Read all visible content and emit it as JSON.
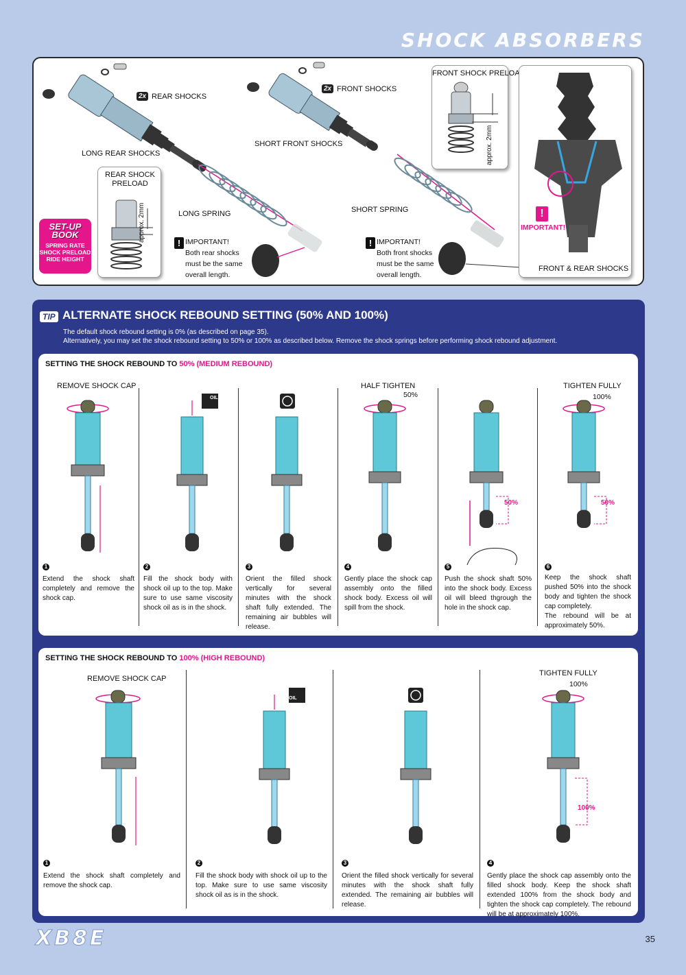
{
  "page": {
    "title": "SHOCK ABSORBERS",
    "logo": "XB8E",
    "number": "35"
  },
  "top": {
    "rear_count": "2x",
    "rear_label": "REAR SHOCKS",
    "front_count": "2x",
    "front_label": "FRONT SHOCKS",
    "long_rear": "LONG REAR SHOCKS",
    "short_front": "SHORT FRONT SHOCKS",
    "long_spring": "LONG SPRING",
    "short_spring": "SHORT SPRING",
    "rear_preload": "REAR SHOCK PRELOAD",
    "front_preload": "FRONT SHOCK PRELOAD",
    "approx": "approx. 2mm",
    "important_rear": "IMPORTANT!\nBoth rear shocks\nmust be the same\noverall length.",
    "important_front": "IMPORTANT!\nBoth front shocks\nmust be the same\noverall length.",
    "important_label": "IMPORTANT!",
    "front_rear_shocks": "FRONT & REAR SHOCKS",
    "setup_book": {
      "title": "SET-UP BOOK",
      "items": "SPRING RATE\nSHOCK PRELOAD\nRIDE HEIGHT"
    }
  },
  "tip": {
    "badge": "TIP",
    "title": "ALTERNATE SHOCK REBOUND SETTING (50% AND 100%)",
    "line1": "The default shock rebound setting is 0% (as described on page 35).",
    "line2": "Alternatively, you may set the shock rebound setting to 50% or 100% as described below. Remove the shock springs before performing shock rebound adjustment."
  },
  "section50": {
    "title_prefix": "SETTING THE SHOCK REBOUND TO ",
    "title_highlight": "50% (MEDIUM REBOUND)",
    "labels": {
      "remove_cap": "REMOVE SHOCK CAP",
      "half_tighten": "HALF TIGHTEN",
      "half_pct": "50%",
      "tighten_fully": "TIGHTEN FULLY",
      "full_pct": "100%",
      "marker": "50%",
      "oil": "OIL"
    },
    "steps": [
      {
        "num": "1",
        "text": "Extend the shock shaft completely and remove the shock cap."
      },
      {
        "num": "2",
        "text": "Fill the shock body with shock oil up to the top. Make sure to use same viscosity shock oil as is in the shock."
      },
      {
        "num": "3",
        "text": "Orient the filled shock vertically for several minutes with the shock shaft fully extended. The remaining air bubbles will release."
      },
      {
        "num": "4",
        "text": "Gently place the shock cap assembly onto the filled shock body. Excess oil will spill from the shock."
      },
      {
        "num": "5",
        "text": "Push the shock shaft 50% into the shock body. Excess oil will bleed thgrough the hole in the shock cap."
      },
      {
        "num": "6",
        "text": "Keep the shock shaft pushed 50% into the shock body and tighten the shock cap completely.\nThe rebound will be at approximately 50%."
      }
    ]
  },
  "section100": {
    "title_prefix": "SETTING THE SHOCK REBOUND TO ",
    "title_highlight": "100% (HIGH REBOUND)",
    "labels": {
      "remove_cap": "REMOVE SHOCK CAP",
      "tighten_fully": "TIGHTEN FULLY",
      "full_pct": "100%",
      "marker": "100%",
      "oil": "OIL"
    },
    "steps": [
      {
        "num": "1",
        "text": "Extend the shock shaft completely and remove the shock cap."
      },
      {
        "num": "2",
        "text": "Fill the shock body with shock oil up to the top. Make sure to use same viscosity shock oil as is in the shock."
      },
      {
        "num": "3",
        "text": "Orient the filled shock vertically for several minutes with the shock shaft fully extended. The remaining air bubbles will release."
      },
      {
        "num": "4",
        "text": "Gently place the shock cap assembly onto the filled shock body. Keep the shock shaft extended 100% from the shock body and tighten the shock cap completely. The rebound will be at approximately 100%."
      }
    ]
  },
  "colors": {
    "background": "#b9cbe8",
    "tip_panel": "#2d3a8c",
    "accent": "#e4168c",
    "shock_body": "#5ec8d8"
  }
}
